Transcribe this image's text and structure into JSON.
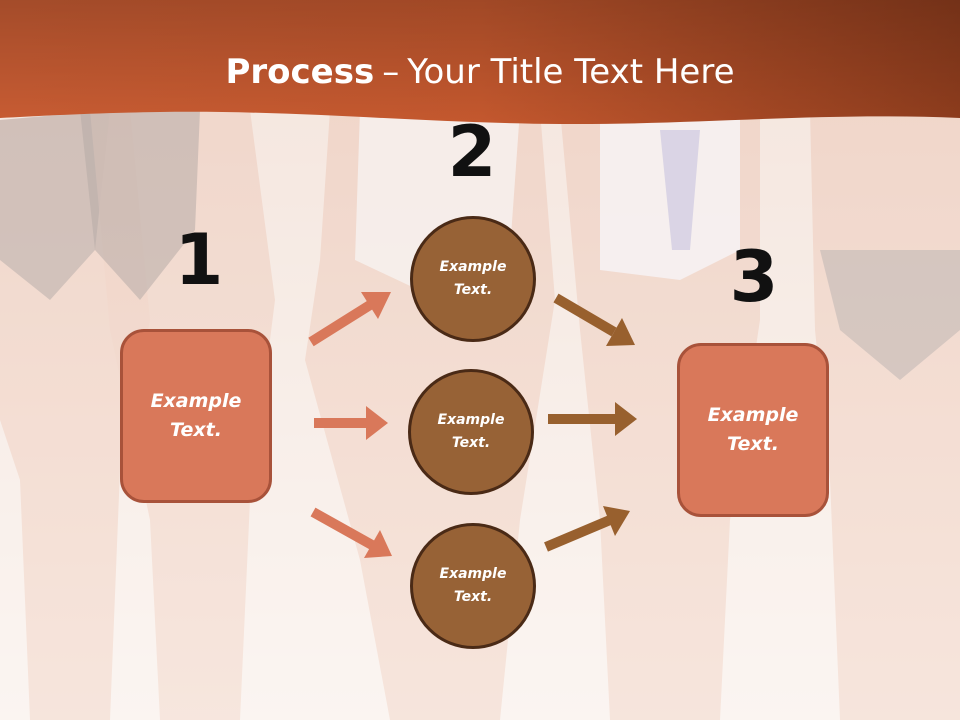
{
  "slide": {
    "title_bold": "Process",
    "title_dash": "–",
    "title_rest": "Your Title Text Here"
  },
  "steps": [
    {
      "number": "1"
    },
    {
      "number": "2"
    },
    {
      "number": "3"
    }
  ],
  "boxes": {
    "left": {
      "text": "Example Text."
    },
    "right": {
      "text": "Example Text."
    }
  },
  "circles": [
    {
      "text": "Example Text."
    },
    {
      "text": "Example Text."
    },
    {
      "text": "Example Text."
    }
  ],
  "colors": {
    "header": "#c4582e",
    "box_fill": "#d9785a",
    "circle_fill": "#976236",
    "left_arrows": "#d9785a",
    "right_arrows": "#98602e",
    "background": "#f7efea"
  }
}
